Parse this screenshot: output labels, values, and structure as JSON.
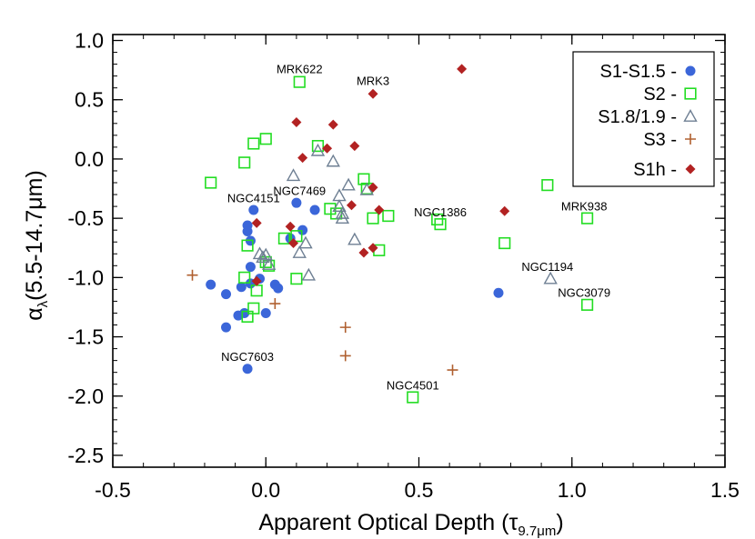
{
  "chart_data": {
    "type": "scatter",
    "title": "",
    "xlabel": "Apparent Optical Depth (τ",
    "xlabel_sub": "9.7μm",
    "xlabel_end": ")",
    "ylabel": "α",
    "ylabel_sub": "λ",
    "ylabel_end": "(5.5-14.7μm)",
    "xlim": [
      -0.5,
      1.5
    ],
    "ylim": [
      -2.6,
      1.05
    ],
    "xticks": [
      -0.5,
      0.0,
      0.5,
      1.0,
      1.5
    ],
    "xtick_labels": [
      "-0.5",
      "0.0",
      "0.5",
      "1.0",
      "1.5"
    ],
    "yticks": [
      -2.5,
      -2.0,
      -1.5,
      -1.0,
      -0.5,
      0.0,
      0.5,
      1.0
    ],
    "ytick_labels": [
      "-2.5",
      "-2.0",
      "-1.5",
      "-1.0",
      "-0.5",
      "0.0",
      "0.5",
      "1.0"
    ],
    "grid": false,
    "legend_position": "top-right",
    "series": [
      {
        "name": "S1-S1.5",
        "marker": "circle",
        "color": "#3b66d9",
        "points": [
          [
            -0.18,
            -1.06
          ],
          [
            -0.13,
            -1.14
          ],
          [
            -0.13,
            -1.42
          ],
          [
            -0.09,
            -1.32
          ],
          [
            -0.08,
            -1.08
          ],
          [
            -0.07,
            -1.3
          ],
          [
            -0.06,
            -0.56
          ],
          [
            -0.06,
            -0.61
          ],
          [
            -0.05,
            -0.91
          ],
          [
            -0.05,
            -0.69
          ],
          [
            -0.05,
            -1.05
          ],
          [
            -0.06,
            -1.77
          ],
          [
            -0.04,
            -0.43
          ],
          [
            -0.02,
            -1.01
          ],
          [
            0.0,
            -1.3
          ],
          [
            0.03,
            -1.06
          ],
          [
            0.04,
            -1.09
          ],
          [
            0.08,
            -0.67
          ],
          [
            0.1,
            -0.37
          ],
          [
            0.12,
            -0.6
          ],
          [
            0.16,
            -0.43
          ],
          [
            0.76,
            -1.13
          ]
        ]
      },
      {
        "name": "S2",
        "marker": "square-open",
        "color": "#22dd22",
        "points": [
          [
            0.11,
            0.65
          ],
          [
            -0.18,
            -0.2
          ],
          [
            -0.07,
            -0.03
          ],
          [
            -0.04,
            0.13
          ],
          [
            0.0,
            0.17
          ],
          [
            -0.07,
            -1.0
          ],
          [
            -0.06,
            -1.33
          ],
          [
            -0.06,
            -0.73
          ],
          [
            -0.04,
            -1.26
          ],
          [
            -0.03,
            -1.11
          ],
          [
            0.0,
            -0.87
          ],
          [
            0.01,
            -0.9
          ],
          [
            0.06,
            -0.67
          ],
          [
            0.1,
            -0.65
          ],
          [
            0.1,
            -1.01
          ],
          [
            0.17,
            0.11
          ],
          [
            0.21,
            -0.42
          ],
          [
            0.23,
            -0.46
          ],
          [
            0.32,
            -0.17
          ],
          [
            0.33,
            -0.25
          ],
          [
            0.35,
            -0.5
          ],
          [
            0.37,
            -0.77
          ],
          [
            0.4,
            -0.48
          ],
          [
            0.56,
            -0.51
          ],
          [
            0.57,
            -0.55
          ],
          [
            0.48,
            -2.01
          ],
          [
            0.78,
            -0.71
          ],
          [
            0.92,
            -0.22
          ],
          [
            1.05,
            -0.5
          ],
          [
            1.05,
            -1.23
          ]
        ]
      },
      {
        "name": "S1.8/1.9",
        "marker": "triangle-open",
        "color": "#6e7f93",
        "points": [
          [
            -0.02,
            -0.8
          ],
          [
            -0.01,
            -0.83
          ],
          [
            0.0,
            -0.81
          ],
          [
            0.01,
            -0.89
          ],
          [
            0.09,
            -0.14
          ],
          [
            0.11,
            -0.79
          ],
          [
            0.13,
            -0.71
          ],
          [
            0.14,
            -0.98
          ],
          [
            0.17,
            0.07
          ],
          [
            0.22,
            -0.02
          ],
          [
            0.24,
            -0.31
          ],
          [
            0.24,
            -0.4
          ],
          [
            0.25,
            -0.46
          ],
          [
            0.25,
            -0.5
          ],
          [
            0.27,
            -0.22
          ],
          [
            0.29,
            -0.68
          ],
          [
            0.33,
            -0.26
          ],
          [
            0.93,
            -1.01
          ]
        ]
      },
      {
        "name": "S3",
        "marker": "plus",
        "color": "#b06030",
        "points": [
          [
            -0.24,
            -0.98
          ],
          [
            0.03,
            -1.22
          ],
          [
            0.26,
            -1.42
          ],
          [
            0.26,
            -1.66
          ],
          [
            0.61,
            -1.78
          ]
        ]
      },
      {
        "name": "S1h",
        "marker": "diamond",
        "color": "#b22222",
        "points": [
          [
            0.1,
            0.31
          ],
          [
            0.22,
            0.29
          ],
          [
            0.35,
            0.55
          ],
          [
            0.64,
            0.76
          ],
          [
            0.12,
            0.01
          ],
          [
            0.2,
            0.09
          ],
          [
            0.29,
            0.11
          ],
          [
            0.35,
            -0.24
          ],
          [
            0.28,
            -0.39
          ],
          [
            0.37,
            -0.43
          ],
          [
            0.32,
            -0.79
          ],
          [
            0.35,
            -0.75
          ],
          [
            0.08,
            -0.57
          ],
          [
            -0.03,
            -0.54
          ],
          [
            -0.03,
            -1.03
          ],
          [
            0.09,
            -0.71
          ],
          [
            0.78,
            -0.44
          ]
        ]
      }
    ],
    "annotations": [
      {
        "text": "MRK622",
        "x": 0.11,
        "y": 0.68
      },
      {
        "text": "MRK3",
        "x": 0.35,
        "y": 0.58
      },
      {
        "text": "NGC7469",
        "x": 0.11,
        "y": -0.35
      },
      {
        "text": "NGC4151",
        "x": -0.04,
        "y": -0.41
      },
      {
        "text": "NGC1386",
        "x": 0.57,
        "y": -0.53
      },
      {
        "text": "MRK938",
        "x": 1.04,
        "y": -0.48
      },
      {
        "text": "NGC1194",
        "x": 0.92,
        "y": -0.99
      },
      {
        "text": "NGC3079",
        "x": 1.04,
        "y": -1.21
      },
      {
        "text": "NGC7603",
        "x": -0.06,
        "y": -1.75
      },
      {
        "text": "NGC4501",
        "x": 0.48,
        "y": -1.99
      }
    ]
  }
}
